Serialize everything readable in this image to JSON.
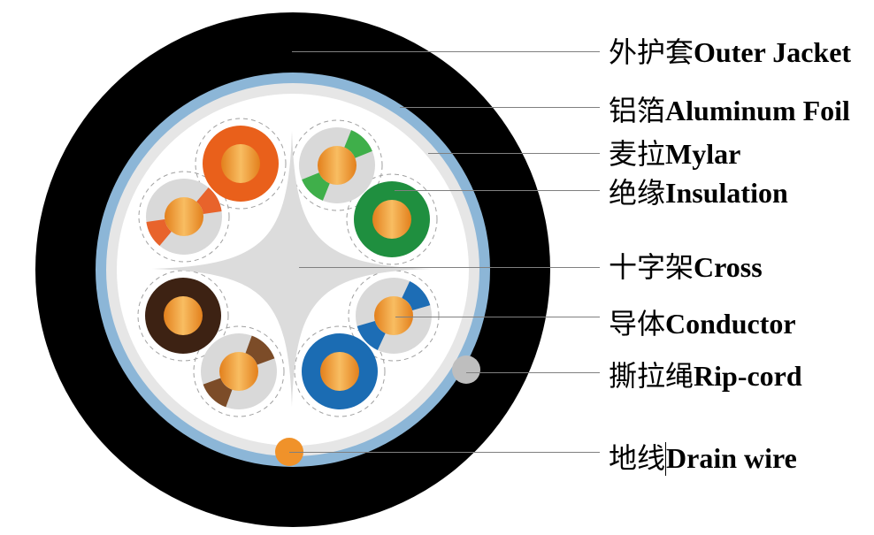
{
  "labels": {
    "outer_jacket": {
      "zh": "外护套",
      "en": "Outer Jacket"
    },
    "aluminum_foil": {
      "zh": "铝箔",
      "en": "Aluminum Foil"
    },
    "mylar": {
      "zh": "麦拉",
      "en": "Mylar"
    },
    "insulation": {
      "zh": "绝缘",
      "en": "Insulation"
    },
    "cross": {
      "zh": "十字架",
      "en": "Cross"
    },
    "conductor": {
      "zh": "导体",
      "en": "Conductor"
    },
    "rip_cord": {
      "zh": "撕拉绳",
      "en": "Rip-cord"
    },
    "drain_wire": {
      "zh": "地线",
      "en": "Drain wire"
    }
  },
  "colors": {
    "jacket": "#000000",
    "foil": "#8cb6d7",
    "mylar": "#e6e6e6",
    "core": "#ffffff",
    "cross": "#dcdcdc",
    "dash": "#a0a0a0",
    "orange": "#e9601b",
    "orange_stripe": "#e8632b",
    "green": "#1f8f3f",
    "green_stripe": "#3faf4a",
    "brown": "#3d2213",
    "brown_stripe": "#7c4c28",
    "blue": "#1b6cb3",
    "blue_stripe": "#1d6db5",
    "white_insulation": "#d9d9d9",
    "conductor_edge": "#e3801c",
    "conductor_center": "#f8bd62",
    "rip_cord": "#bebebe",
    "drain_wire": "#f0922a",
    "leader": "#808080"
  }
}
